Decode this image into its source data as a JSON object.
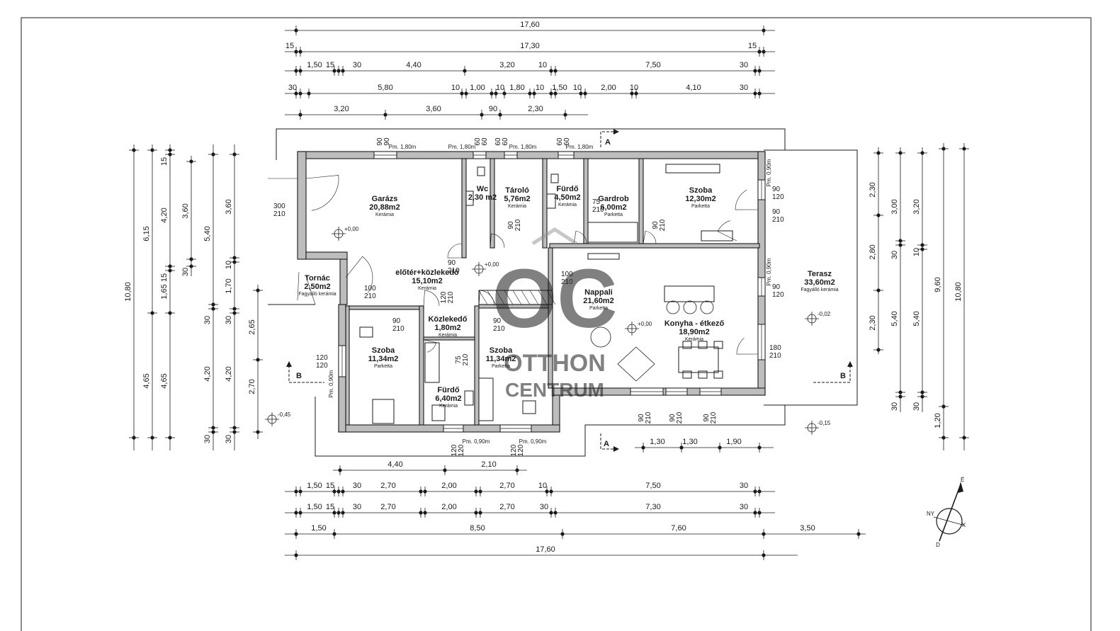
{
  "dims": {
    "top": [
      [
        "17,60"
      ],
      [
        "15",
        "17,30",
        "15"
      ],
      [
        "1,50",
        "15",
        "30",
        "4,40",
        "3,20",
        "10",
        "7,50",
        "30"
      ],
      [
        "30",
        "5,80",
        "10",
        "1,00",
        "10",
        "1,80",
        "10",
        "1,50",
        "10",
        "2,00",
        "10",
        "4,10",
        "30"
      ],
      [
        "3,20",
        "3,60",
        "90",
        "2,30"
      ]
    ],
    "bottom": [
      [
        "4,40",
        "2,10"
      ],
      [
        "1,50",
        "15",
        "30",
        "2,70",
        "2,00",
        "2,70",
        "10",
        "7,50",
        "30"
      ],
      [
        "1,50",
        "15",
        "30",
        "2,70",
        "2,00",
        "2,70",
        "30",
        "7,30",
        "30"
      ],
      [
        "1,50",
        "8,50",
        "7,60",
        "3,50"
      ],
      [
        "17,60"
      ]
    ],
    "left": [
      [
        "10,80"
      ],
      [
        "6,15",
        "4,65"
      ],
      [
        "4,20",
        "1,65",
        "4,65"
      ],
      [
        "15",
        "15"
      ],
      [
        "3,60",
        "30"
      ],
      [
        "5,40",
        "30",
        "4,20",
        "30"
      ],
      [
        "3,60",
        "10",
        "1,70",
        "30",
        "4,20",
        "30"
      ],
      [
        "2,65",
        "2,70"
      ]
    ],
    "right": [
      [
        "2,30",
        "2,80",
        "2,30"
      ],
      [
        "3,00",
        "30",
        "5,40",
        "30"
      ],
      [
        "3,20",
        "10",
        "5,40",
        "30"
      ],
      [
        "9,60",
        "1,20"
      ],
      [
        "10,80"
      ]
    ],
    "terrace_bottom": [
      "1,30",
      "1,30",
      "1,90"
    ]
  },
  "rooms": [
    {
      "name": "Garázs",
      "area": "20,88m2",
      "floor": "Kerámia"
    },
    {
      "name": "Wc",
      "area": "2,30 m2",
      "floor": ""
    },
    {
      "name": "Tároló",
      "area": "5,76m2",
      "floor": "Kerámia"
    },
    {
      "name": "Fürdő",
      "area": "4,50m2",
      "floor": "Kerámia"
    },
    {
      "name": "Gardrob",
      "area": "6,00m2",
      "floor": "Parketta"
    },
    {
      "name": "Szoba",
      "area": "12,30m2",
      "floor": "Parketta"
    },
    {
      "name": "Terasz",
      "area": "33,60m2",
      "floor": "Fagyálló kerámia"
    },
    {
      "name": "Tornác",
      "area": "2,50m2",
      "floor": "Fagyálló kerámia"
    },
    {
      "name": "előtér+közlekedő",
      "area": "15,10m2",
      "floor": "Kerámia"
    },
    {
      "name": "Nappali",
      "area": "21,60m2",
      "floor": "Parketta"
    },
    {
      "name": "Konyha - étkező",
      "area": "18,90m2",
      "floor": "Kerámia"
    },
    {
      "name": "Közlekedő",
      "area": "1,80m2",
      "floor": "Kerámia"
    },
    {
      "name": "Szoba",
      "area": "11,34m2",
      "floor": "Parketta"
    },
    {
      "name": "Szoba",
      "area": "11,34m2",
      "floor": "Parketta"
    },
    {
      "name": "Fürdő",
      "area": "6,40m2",
      "floor": "Kerámia"
    }
  ],
  "openings": {
    "top_windows": [
      "Pm. 1,80m",
      "Pm. 1,80m",
      "Pm. 1,80m",
      "Pm. 1,80m"
    ],
    "top_window_sizes": [
      "90",
      "90",
      "60",
      "60",
      "60",
      "60",
      "60",
      "60"
    ],
    "side_window_labels": [
      "Pm. 0,90m",
      "Pm. 0,90m",
      "Pm. 0,90m",
      "Pm. 0,90m",
      "Pm. 0,90m"
    ],
    "garage_door": [
      "300",
      "210"
    ],
    "wc_door": [
      "90",
      "210"
    ],
    "storage_door": [
      "90",
      "210"
    ],
    "bath_door": [
      "75",
      "210"
    ],
    "wardrobe_door": [
      "90",
      "210"
    ],
    "room_right_window1": [
      "90",
      "120"
    ],
    "room_right_window2": [
      "90",
      "210"
    ],
    "hall_door": [
      "100",
      "210"
    ],
    "living_door": [
      "100",
      "210"
    ],
    "corridor_door": [
      "120",
      "210"
    ],
    "right_window_living": [
      "90",
      "120"
    ],
    "right_door_kitchen": [
      "180",
      "210"
    ],
    "sz1_door": [
      "90",
      "210"
    ],
    "sz2_door": [
      "90",
      "210"
    ],
    "bath2_door": [
      "75",
      "210"
    ],
    "sz1_window": [
      "120",
      "120"
    ],
    "bottom_doors": [
      "90",
      "210",
      "90",
      "210",
      "90",
      "210"
    ],
    "bottom_windows": [
      "120",
      "120",
      "120",
      "120"
    ]
  },
  "levels": [
    "+0,00",
    "+0,00",
    "+0,00",
    "-0,45",
    "-0,02",
    "-0,15"
  ],
  "section_marks": {
    "a": "A",
    "b": "B"
  },
  "compass": {
    "n": "É",
    "e": "K",
    "s": "D",
    "w": "NY"
  },
  "watermark": {
    "logo": "OC",
    "line1": "OTTHON",
    "line2": "CENTRUM"
  },
  "colors": {
    "ink": "#1a1a1a",
    "wall_fill": "#bdbdbd",
    "watermark": "#8f8f8f"
  }
}
